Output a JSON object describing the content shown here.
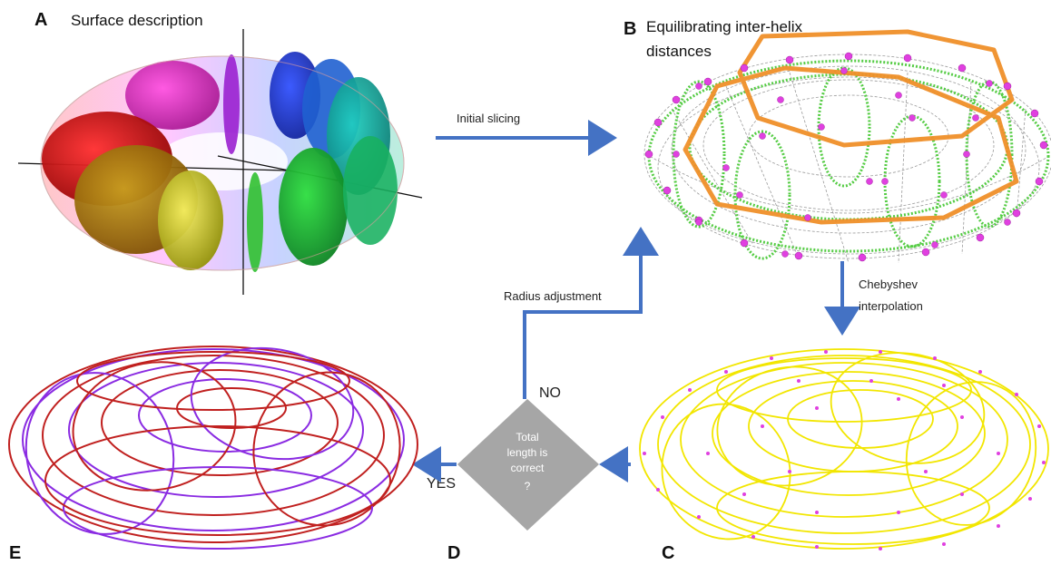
{
  "panels": {
    "a": {
      "letter": "A",
      "title": "Surface description"
    },
    "b": {
      "letter": "B",
      "title_line1": "Equilibrating inter-helix",
      "title_line2": "distances"
    },
    "c": {
      "letter": "C"
    },
    "d": {
      "letter": "D"
    },
    "e": {
      "letter": "E"
    }
  },
  "arrows": {
    "initial_slicing": "Initial slicing",
    "chebyshev_line1": "Chebyshev",
    "chebyshev_line2": "interpolation",
    "radius_adjustment": "Radius adjustment"
  },
  "decision": {
    "line1": "Total",
    "line2": "length is",
    "line3": "correct",
    "line4": "?",
    "no": "NO",
    "yes": "YES"
  },
  "colors": {
    "arrow": "#4472c4",
    "diamond": "#a6a6a6",
    "helix_yellow": "#f2e600",
    "helix_red": "#c0201f",
    "helix_purple": "#8a2be2",
    "bead_magenta": "#e040e0",
    "orange_ring": "#f0902a"
  }
}
